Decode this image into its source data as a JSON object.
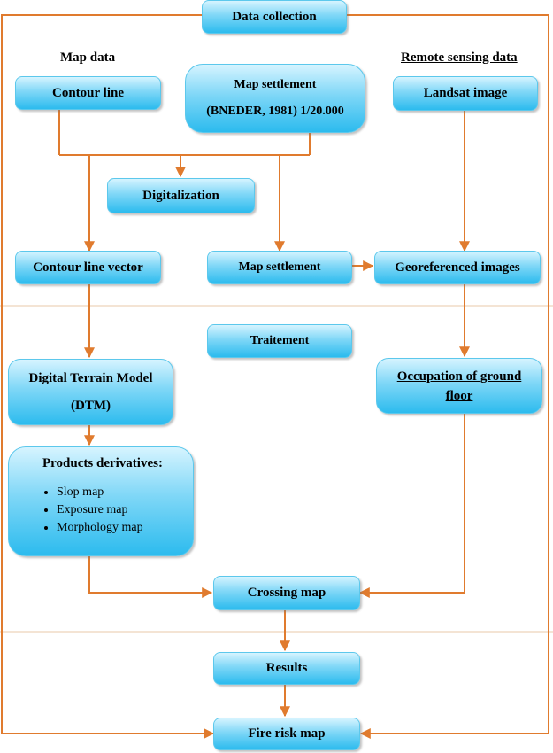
{
  "headers": {
    "map_data": "Map data",
    "remote_sensing": "Remote sensing data"
  },
  "boxes": {
    "data_collection": "Data collection",
    "contour_line": "Contour line",
    "map_settlement_src_line1": "Map settlement",
    "map_settlement_src_line2": "(BNEDER, 1981) 1/20.000",
    "landsat_image": "Landsat image",
    "digitalization": "Digitalization",
    "contour_line_vector": "Contour line vector",
    "map_settlement": "Map settlement",
    "georeferenced_images": "Georeferenced images",
    "traitement": "Traitement",
    "dtm_line1": "Digital Terrain Model",
    "dtm_line2": "(DTM)",
    "occupation_line1": "Occupation of ground",
    "occupation_line2": "floor",
    "products_title": "Products derivatives:",
    "products_items": [
      "Slop map",
      "Exposure map",
      "Morphology map"
    ],
    "crossing_map": "Crossing map",
    "results": "Results",
    "fire_risk_map": "Fire risk map"
  },
  "colors": {
    "arrow": "#e07b2e",
    "separator": "#e8c9a8",
    "box_top": "#d6f4ff",
    "box_bottom": "#2cbbee"
  }
}
